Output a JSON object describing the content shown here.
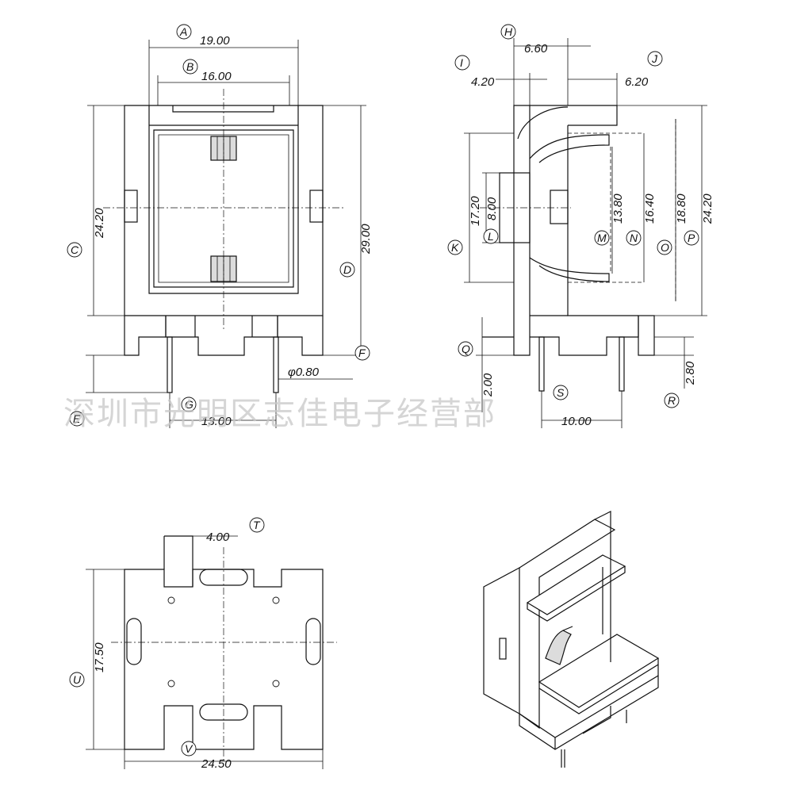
{
  "dimensions": {
    "A": "19.00",
    "B": "16.00",
    "C": "24.20",
    "D": "29.00",
    "F": "φ0.80",
    "G": "13.00",
    "H": "6.60",
    "I": "4.20",
    "J": "6.20",
    "K": "17.20",
    "L": "8.00",
    "M": "13.80",
    "N": "16.40",
    "O": "18.80",
    "P": "24.20",
    "Q": "2.00",
    "R": "2.80",
    "S": "10.00",
    "T": "4.00",
    "U": "17.50",
    "V": "24.50"
  },
  "labels": {
    "A": "A",
    "B": "B",
    "C": "C",
    "D": "D",
    "E": "E",
    "F": "F",
    "G": "G",
    "H": "H",
    "I": "I",
    "J": "J",
    "K": "K",
    "L": "L",
    "M": "M",
    "N": "N",
    "O": "O",
    "P": "P",
    "Q": "Q",
    "R": "R",
    "S": "S",
    "T": "T",
    "U": "U",
    "V": "V"
  },
  "watermark": "深圳市光明区志佳电子经营部"
}
